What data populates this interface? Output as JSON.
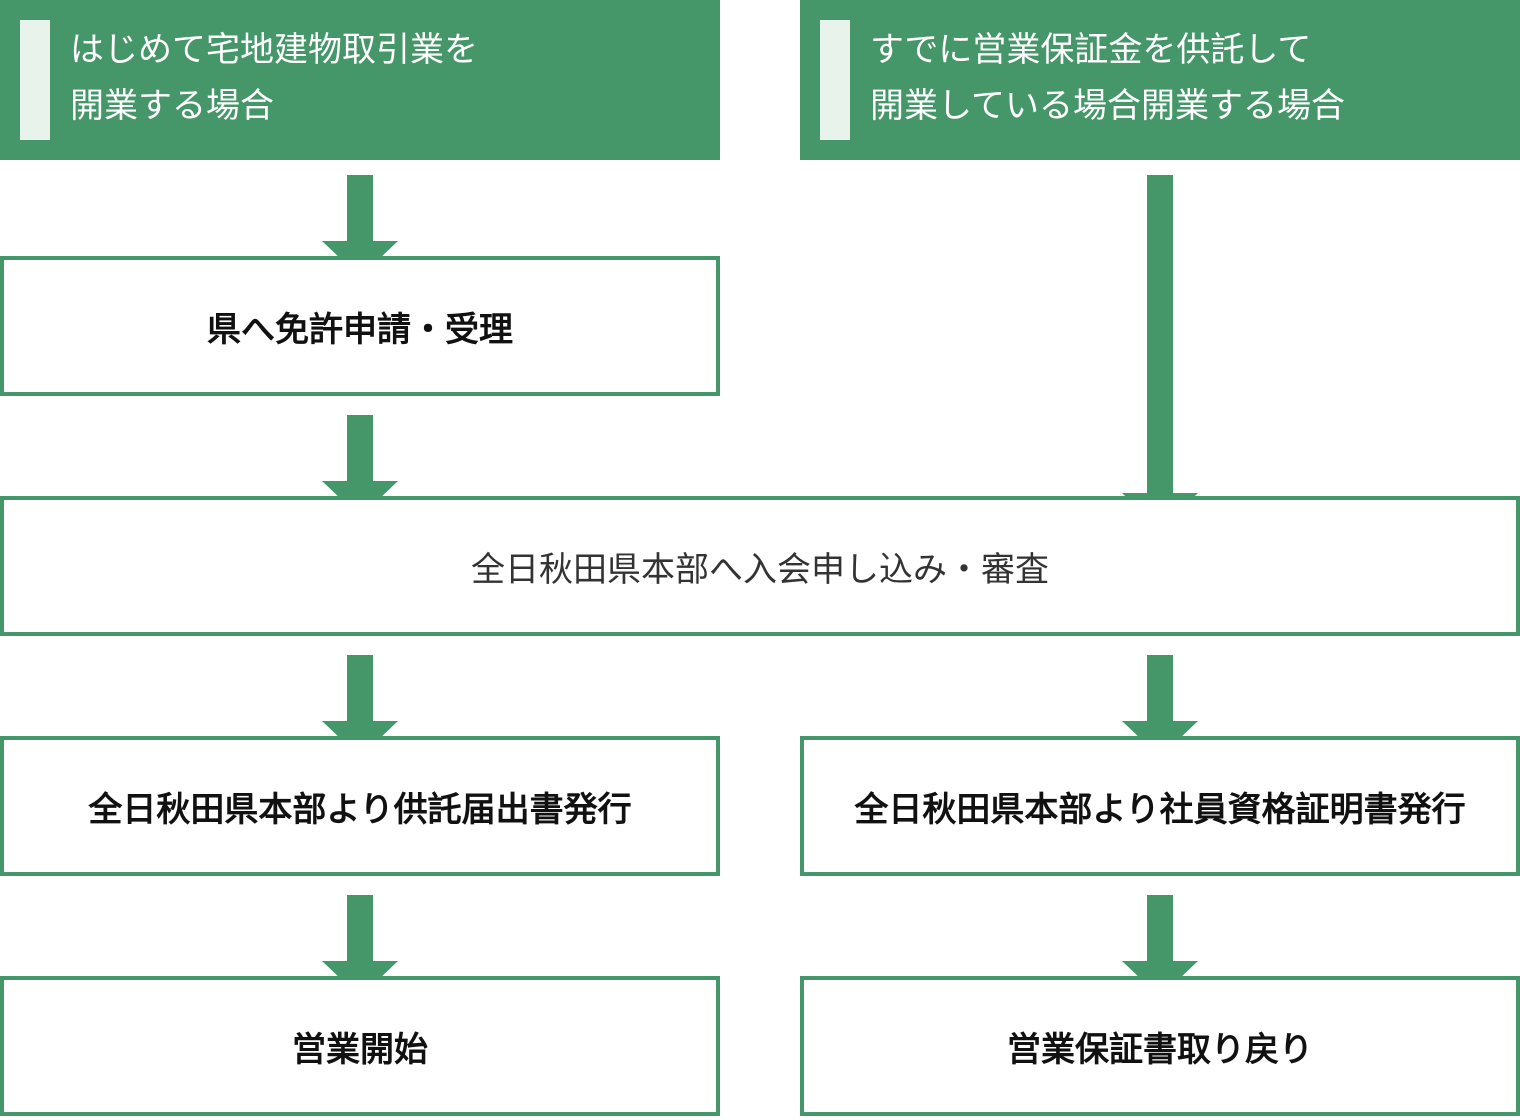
{
  "headers": {
    "left": {
      "line1": "はじめて宅地建物取引業を",
      "line2": "開業する場合"
    },
    "right": {
      "line1": "すでに営業保証金を供託して",
      "line2": "開業している場合開業する場合"
    }
  },
  "steps": {
    "prefecture_application": "県へ免許申請・受理",
    "membership_application": "全日秋田県本部へ入会申し込み・審査",
    "deposit_notice_issue": "全日秋田県本部より供託届出書発行",
    "member_certificate_issue": "全日秋田県本部より社員資格証明書発行",
    "business_start": "営業開始",
    "deposit_refund": "営業保証書取り戻り"
  },
  "colors": {
    "green": "#459669",
    "header_bar": "#e8f3ec",
    "text": "#111111"
  }
}
